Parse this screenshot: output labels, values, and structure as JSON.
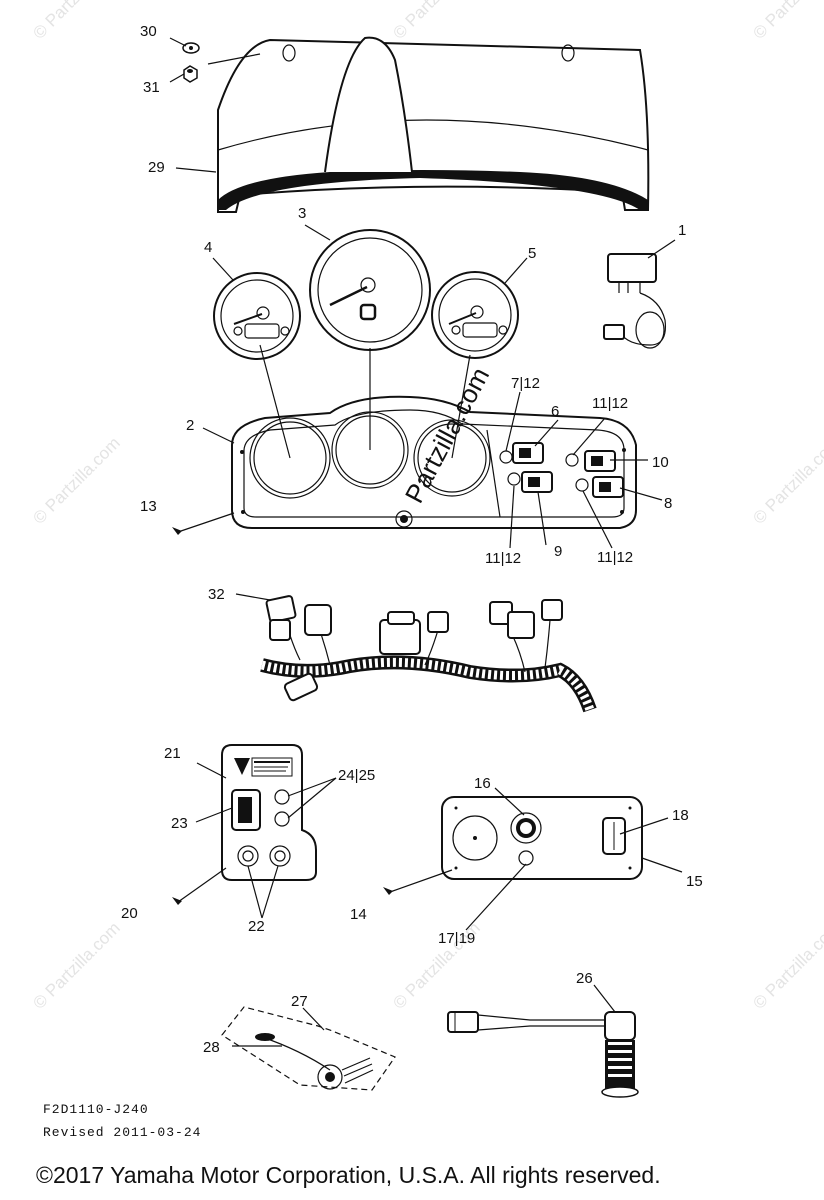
{
  "watermark": {
    "text": "© Partzilla.com",
    "center_text": "Partzilla.com"
  },
  "callouts": {
    "c30": "30",
    "c31": "31",
    "c29": "29",
    "c3": "3",
    "c4": "4",
    "c5": "5",
    "c1": "1",
    "c2": "2",
    "c13": "13",
    "c7_12": "7|12",
    "c6": "6",
    "c11_12a": "11|12",
    "c10": "10",
    "c8": "8",
    "c9": "9",
    "c11_12b": "11|12",
    "c11_12c": "11|12",
    "c32": "32",
    "c21": "21",
    "c24_25": "24|25",
    "c23": "23",
    "c20": "20",
    "c22": "22",
    "c16": "16",
    "c18": "18",
    "c15": "15",
    "c14": "14",
    "c17_19": "17|19",
    "c27": "27",
    "c28": "28",
    "c26": "26"
  },
  "footer": {
    "diagram_code": "F2D1110-J240",
    "revised": "Revised 2011-03-24",
    "copyright": "©2017 Yamaha Motor Corporation, U.S.A. All rights reserved."
  }
}
